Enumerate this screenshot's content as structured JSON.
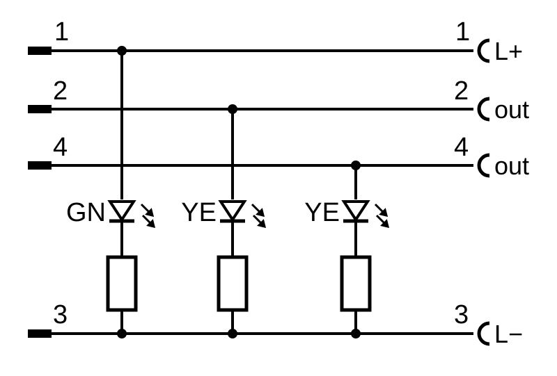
{
  "left_pins": [
    {
      "number": "1"
    },
    {
      "number": "2"
    },
    {
      "number": "4"
    },
    {
      "number": "3"
    }
  ],
  "right_pins": [
    {
      "number": "1",
      "signal": "L+"
    },
    {
      "number": "2",
      "signal": "out"
    },
    {
      "number": "4",
      "signal": "out"
    },
    {
      "number": "3",
      "signal": "L−"
    }
  ],
  "leds": [
    {
      "label": "GN",
      "connects_pin": "1"
    },
    {
      "label": "YE",
      "connects_pin": "2"
    },
    {
      "label": "YE",
      "connects_pin": "4"
    }
  ],
  "colors": {
    "line": "#000000",
    "background": "#ffffff"
  }
}
